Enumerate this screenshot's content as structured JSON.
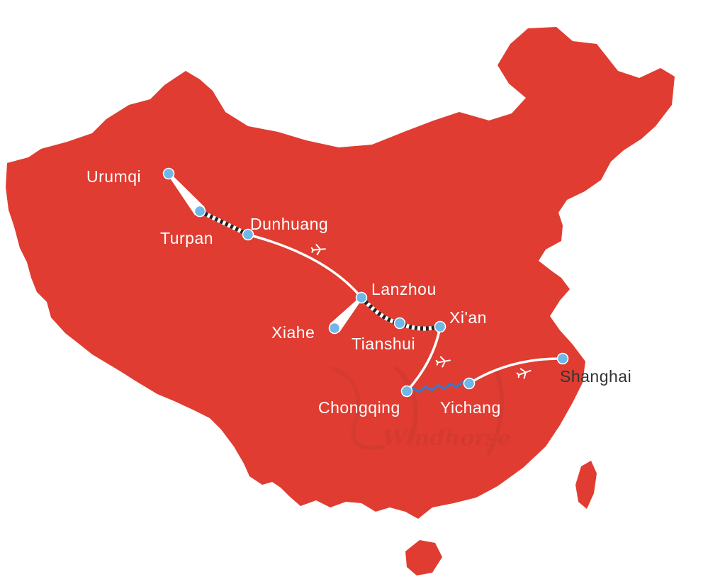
{
  "map": {
    "land_color": "#e03c31",
    "route_color": "#ffffff",
    "rail_color": "#222222",
    "river_color": "#2a7fd4",
    "marker_color": "#6fb7e8",
    "label_color_light": "#ffffff",
    "label_color_dark": "#333333",
    "watermark_color": "#cc3a30"
  },
  "cities": [
    {
      "id": "urumqi",
      "name": "Urumqi",
      "label_tone": "light"
    },
    {
      "id": "turpan",
      "name": "Turpan",
      "label_tone": "light"
    },
    {
      "id": "dunhuang",
      "name": "Dunhuang",
      "label_tone": "light"
    },
    {
      "id": "lanzhou",
      "name": "Lanzhou",
      "label_tone": "light"
    },
    {
      "id": "xiahe",
      "name": "Xiahe",
      "label_tone": "light"
    },
    {
      "id": "tianshui",
      "name": "Tianshui",
      "label_tone": "light"
    },
    {
      "id": "xian",
      "name": "Xi'an",
      "label_tone": "light"
    },
    {
      "id": "chongqing",
      "name": "Chongqing",
      "label_tone": "light"
    },
    {
      "id": "yichang",
      "name": "Yichang",
      "label_tone": "light"
    },
    {
      "id": "shanghai",
      "name": "Shanghai",
      "label_tone": "dark"
    }
  ],
  "legs": [
    {
      "from": "urumqi",
      "to": "turpan",
      "mode": "road"
    },
    {
      "from": "turpan",
      "to": "dunhuang",
      "mode": "rail"
    },
    {
      "from": "dunhuang",
      "to": "lanzhou",
      "mode": "flight"
    },
    {
      "from": "lanzhou",
      "to": "xiahe",
      "mode": "road"
    },
    {
      "from": "lanzhou",
      "to": "xian",
      "mode": "rail"
    },
    {
      "from": "xian",
      "to": "chongqing",
      "mode": "flight"
    },
    {
      "from": "chongqing",
      "to": "yichang",
      "mode": "river"
    },
    {
      "from": "yichang",
      "to": "shanghai",
      "mode": "flight"
    }
  ],
  "icons": {
    "flight": "plane-icon"
  },
  "watermark": {
    "text": "Windhorse"
  }
}
